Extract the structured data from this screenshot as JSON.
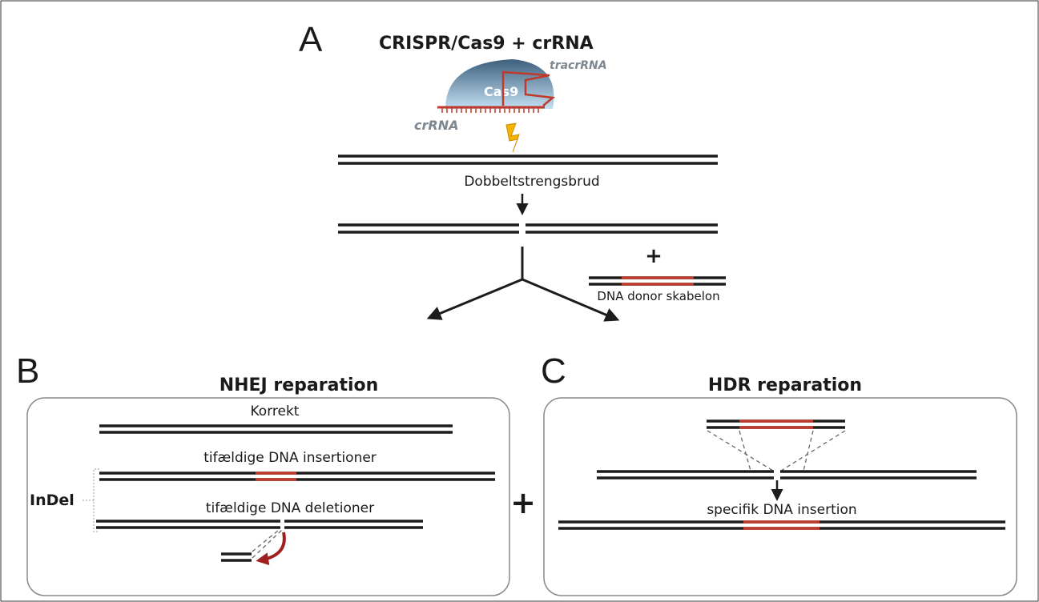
{
  "panel_a": {
    "letter": "A",
    "title": "CRISPR/Cas9 + crRNA",
    "cas9_label": "Cas9",
    "tracrrna_label": "tracrRNA",
    "crrna_label": "crRNA",
    "break_label": "Dobbeltstrengsbrud",
    "plus": "+",
    "donor_label": "DNA donor skabelon"
  },
  "panel_b": {
    "letter": "B",
    "title": "NHEJ reparation",
    "correct_label": "Korrekt",
    "insertion_label": "tifældige DNA insertioner",
    "deletion_label": "tifældige DNA deletioner",
    "indel_label": "InDel"
  },
  "panel_c": {
    "letter": "C",
    "title": "HDR reparation",
    "insertion_label": "specifik DNA insertion"
  },
  "between_plus": "+",
  "colors": {
    "dna": "#1c1c1c",
    "insert": "#c0392b",
    "bolt": "#f5b400",
    "cas9_top": "#3d5f7c",
    "cas9_bottom": "#c4e0f3",
    "frame": "#8a8a8a"
  }
}
